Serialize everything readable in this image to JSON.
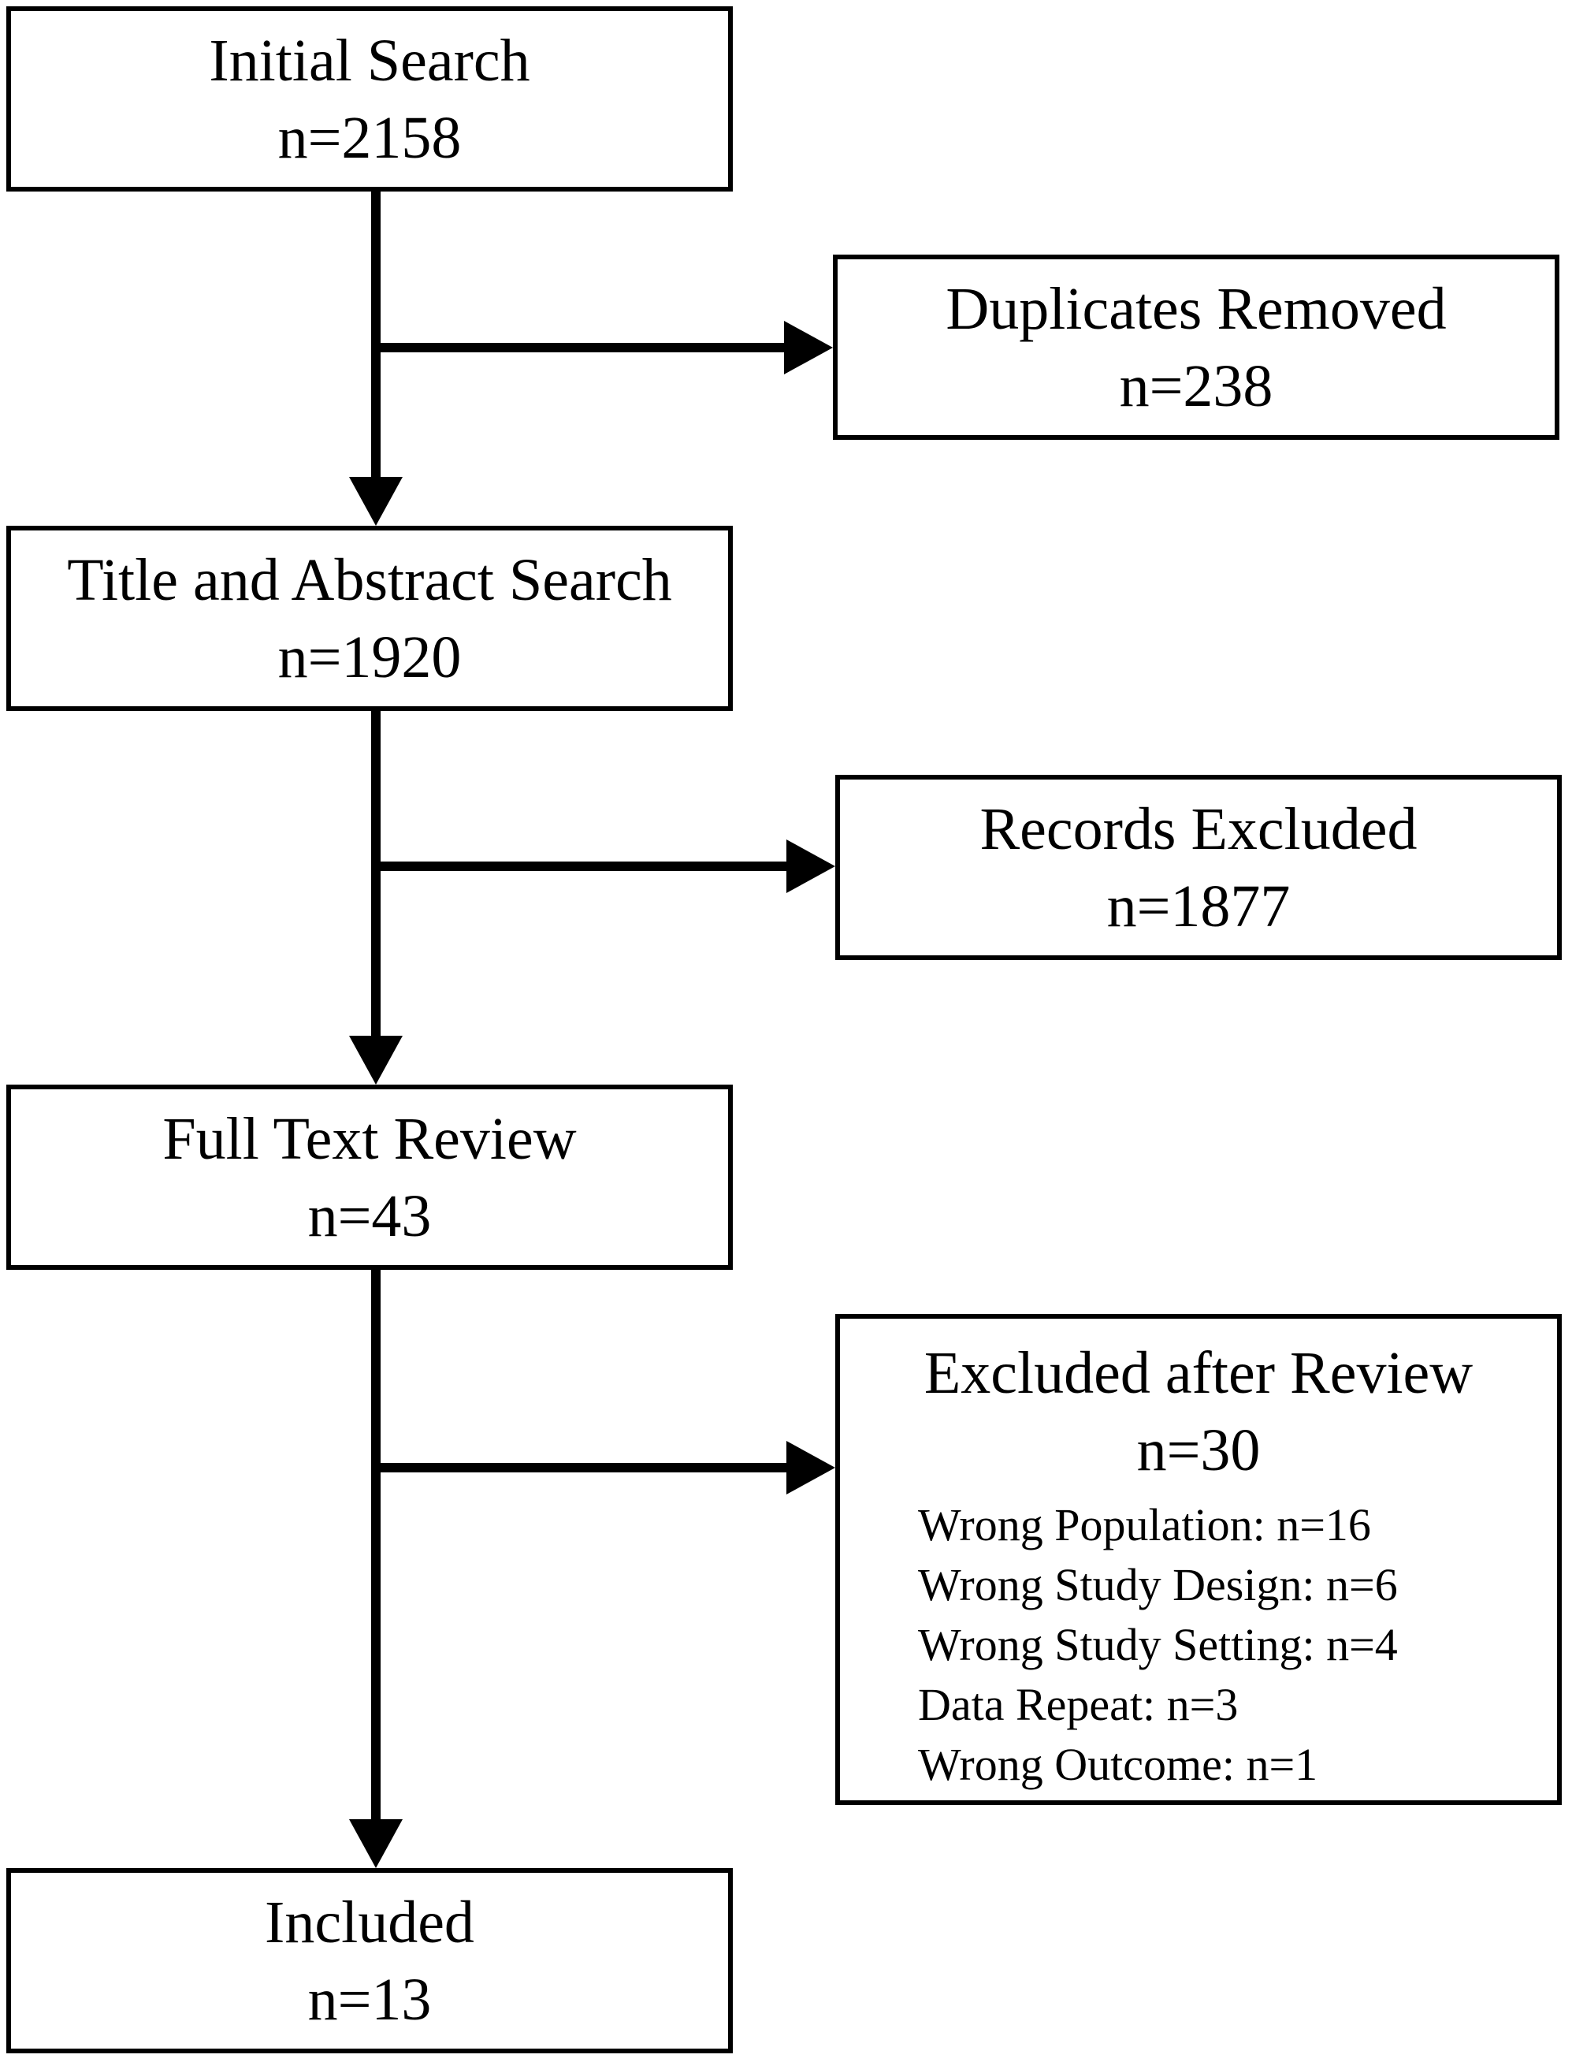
{
  "flowchart": {
    "initial_search": {
      "title": "Initial Search",
      "count": "n=2158"
    },
    "duplicates_removed": {
      "title": "Duplicates Removed",
      "count": "n=238"
    },
    "title_abstract_search": {
      "title": "Title and Abstract Search",
      "count": "n=1920"
    },
    "records_excluded": {
      "title": "Records Excluded",
      "count": "n=1877"
    },
    "full_text_review": {
      "title": "Full Text Review",
      "count": "n=43"
    },
    "excluded_after_review": {
      "title": "Excluded after Review",
      "count": "n=30",
      "reasons": [
        "Wrong Population: n=16",
        "Wrong Study Design: n=6",
        "Wrong Study Setting: n=4",
        "Data Repeat: n=3",
        "Wrong Outcome: n=1"
      ]
    },
    "included": {
      "title": "Included",
      "count": "n=13"
    }
  },
  "colors": {
    "line": "#000000",
    "box_border": "#000000",
    "background": "#ffffff"
  }
}
